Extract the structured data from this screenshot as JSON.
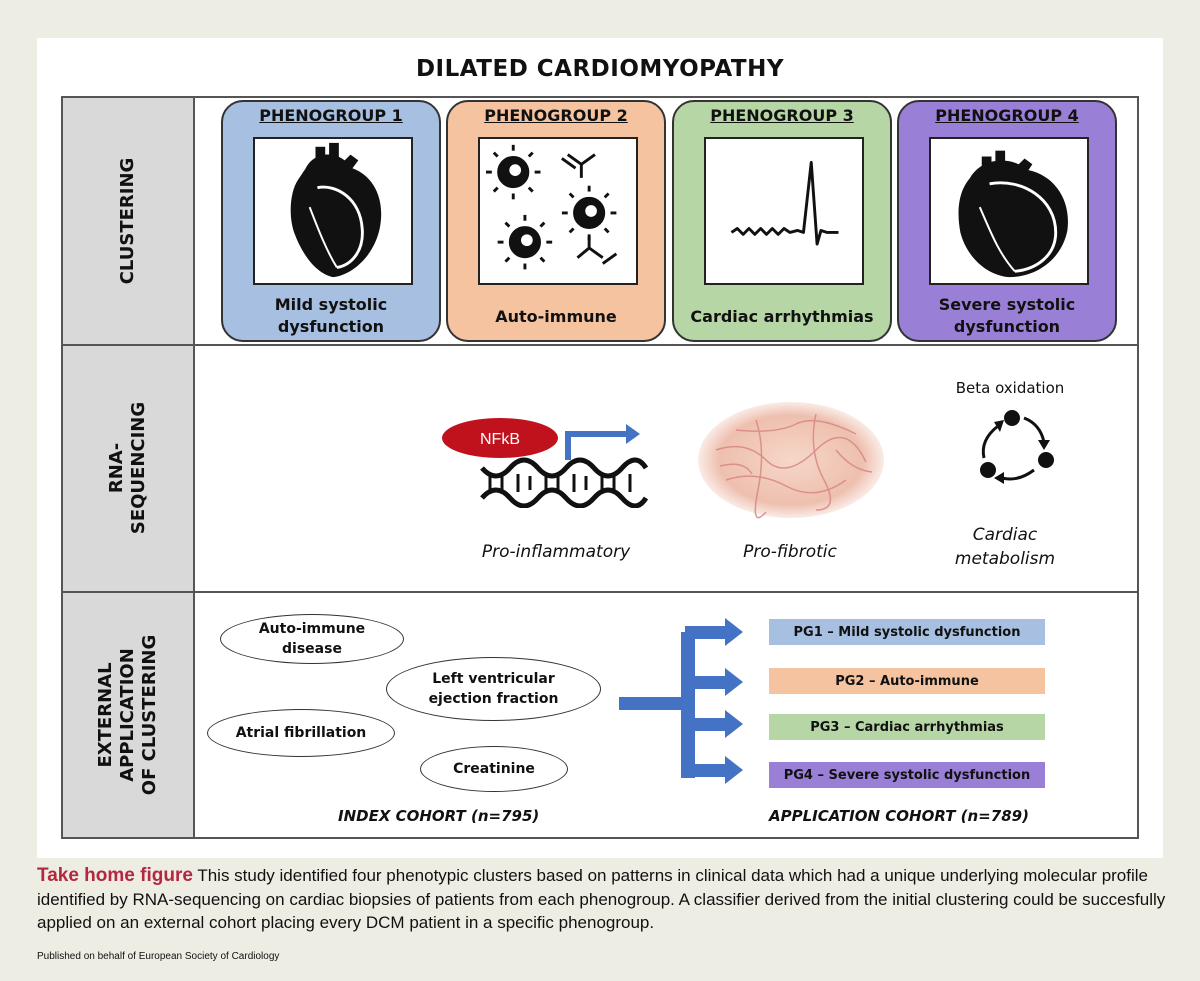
{
  "title": "DILATED CARDIOMYOPATHY",
  "rows": {
    "clustering": "CLUSTERING",
    "rna": [
      "RNA-",
      "SEQUENCING"
    ],
    "external": [
      "EXTERNAL",
      "APPLICATION",
      "OF CLUSTERING"
    ]
  },
  "phenogroups": [
    {
      "title": "PHENOGROUP 1",
      "label": [
        "Mild systolic",
        "dysfunction"
      ],
      "color": "#a7bfe0",
      "icon": "heart-icon"
    },
    {
      "title": "PHENOGROUP 2",
      "label": [
        "Auto-immune"
      ],
      "color": "#f5c3a0",
      "icon": "antibody-icon"
    },
    {
      "title": "PHENOGROUP 3",
      "label": [
        "Cardiac arrhythmias"
      ],
      "color": "#b6d7a5",
      "icon": "ecg-icon"
    },
    {
      "title": "PHENOGROUP 4",
      "label": [
        "Severe systolic",
        "dysfunction"
      ],
      "color": "#9a7fd6",
      "icon": "dilated-heart-icon"
    }
  ],
  "rna": {
    "nfkb": "NFkB",
    "inflammatory": "Pro-inflammatory",
    "fibrotic": "Pro-fibrotic",
    "beta": "Beta oxidation",
    "metabolism": [
      "Cardiac",
      "metabolism"
    ]
  },
  "external": {
    "variables": [
      "Auto-immune\ndisease",
      "Left ventricular\nejection fraction",
      "Atrial fibrillation",
      "Creatinine"
    ],
    "pgs": [
      {
        "label": "PG1 – Mild systolic dysfunction",
        "color": "#a7bfe0"
      },
      {
        "label": "PG2 – Auto-immune",
        "color": "#f5c3a0"
      },
      {
        "label": "PG3 – Cardiac arrhythmias",
        "color": "#b6d7a5"
      },
      {
        "label": "PG4 – Severe systolic dysfunction",
        "color": "#9a7fd6"
      }
    ],
    "index_cohort": "INDEX COHORT (n=795)",
    "application_cohort": "APPLICATION COHORT (n=789)"
  },
  "caption": {
    "lead": "Take home figure",
    "text": "This study identified four phenotypic clusters based on patterns in clinical data which had a unique underlying molecular profile identified by RNA-sequencing on cardiac biopsies of patients from each phenogroup. A classifier derived from the initial clustering could be succesfully applied on an external cohort placing every DCM patient in a specific phenogroup."
  },
  "footer": "Published on behalf of European Society of Cardiology",
  "colors": {
    "arrow": "#4472c4",
    "nfkb": "#c0121c",
    "caption_lead": "#b3283e"
  }
}
